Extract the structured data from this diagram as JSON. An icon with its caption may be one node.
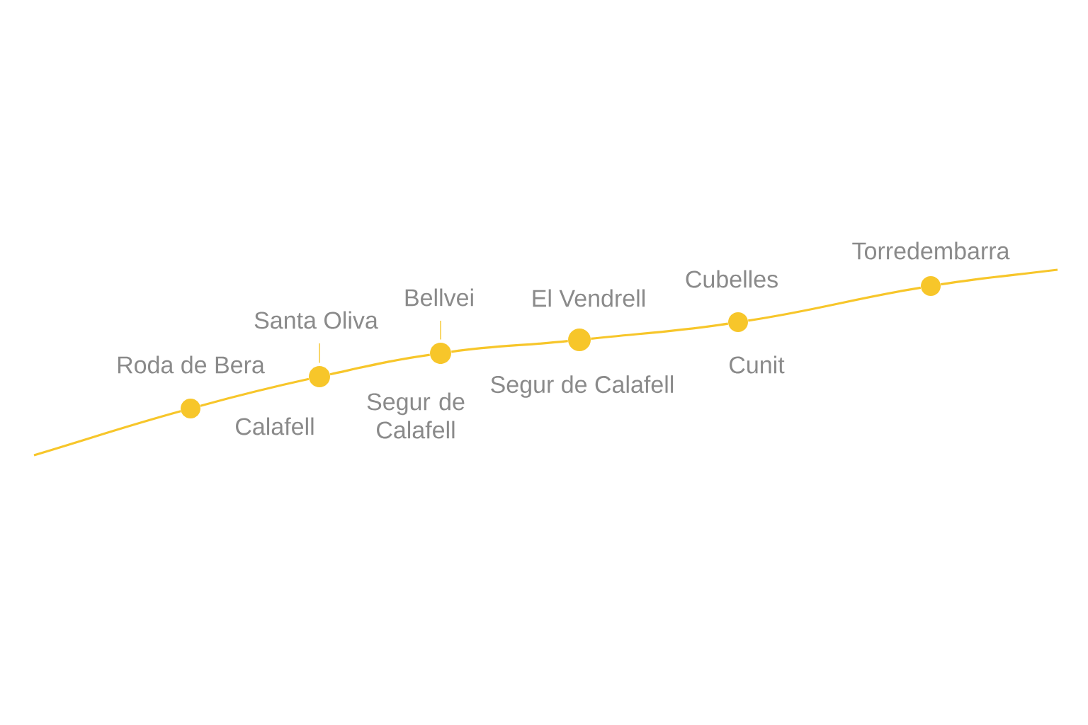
{
  "diagram": {
    "nodes": [
      {
        "text": [
          "Santa Oliva"
        ]
      },
      {
        "text": [
          "Bellvei"
        ]
      },
      {
        "text": [],
        "shape": "circle"
      },
      {
        "text": [],
        "shape": "circle"
      },
      {
        "text": [],
        "shape": "circle"
      },
      {
        "text": [],
        "shape": "circle"
      },
      {
        "text": [],
        "shape": "circle"
      },
      {
        "text": [],
        "shape": "circle"
      }
    ],
    "edges": [
      {
        "from": 0,
        "to": 3,
        "arrow": "none"
      },
      {
        "from": 1,
        "to": 4,
        "arrow": "none"
      },
      {
        "from": null,
        "to": 2,
        "arrow": "none"
      },
      {
        "from": 2,
        "to": 3,
        "arrow": "none"
      },
      {
        "from": 3,
        "to": 4,
        "arrow": "none"
      },
      {
        "from": 4,
        "to": 5,
        "arrow": "none"
      },
      {
        "from": 5,
        "to": 6,
        "arrow": "none"
      },
      {
        "from": 6,
        "to": 7,
        "arrow": "none"
      },
      {
        "from": 7,
        "to": null,
        "arrow": "none"
      }
    ],
    "labels": [
      "Torredembarra",
      "Cubelles",
      "El Vendrell",
      "Roda de Bera",
      "Cunit",
      "Segur de Calafell",
      "Segur de Calafell",
      "Calafell"
    ]
  }
}
